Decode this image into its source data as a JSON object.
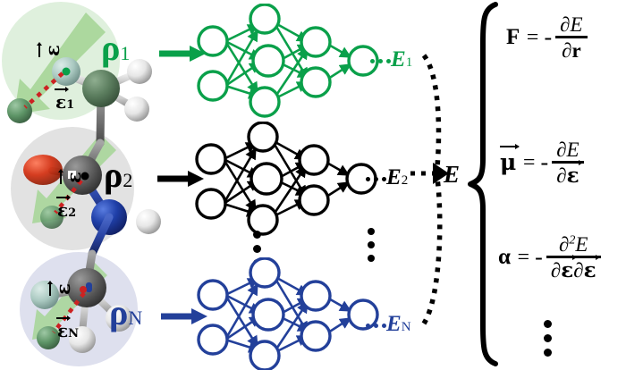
{
  "figure": {
    "domain": "scientific-schematic",
    "description": "Multi-molecule neural network ensemble predicting energies and their field derivatives"
  },
  "colors": {
    "green": "#0aa04a",
    "black": "#000000",
    "blue": "#23409a",
    "halo_green": "#dff0dd",
    "halo_gray": "#e2e2e2",
    "halo_blue": "#dee0ee",
    "field_arrow": "#a9d69a",
    "dashed_red": "#cc2222",
    "atom_carbon": "#5a5a5a",
    "atom_hydrogen": "#e8e8e8",
    "atom_oxygen": "#cc2200",
    "atom_nitrogen": "#1a3ea8",
    "atom_green": "#4f8f5c",
    "atom_teal": "#8fb8ae"
  },
  "molecules": [
    {
      "id": "mol-1",
      "density_label": "ρ",
      "density_subscript": "1",
      "field_label": "ε",
      "field_subscript": "",
      "point_charge_label": "ε",
      "point_charge_subscript": "1",
      "color": "#0aa04a"
    },
    {
      "id": "mol-2",
      "density_label": "ρ",
      "density_subscript": "2",
      "field_label": "ε",
      "field_subscript": "",
      "point_charge_label": "ε",
      "point_charge_subscript": "2",
      "color": "#000000"
    },
    {
      "id": "mol-N",
      "density_label": "ρ",
      "density_subscript": "N",
      "field_label": "ε",
      "field_subscript": "",
      "point_charge_label": "ε",
      "point_charge_subscript": "N",
      "color": "#23409a"
    }
  ],
  "networks": [
    {
      "id": "net-1",
      "color": "#0aa04a",
      "layers": [
        2,
        3,
        2,
        1
      ],
      "output_label": "E",
      "output_subscript": "1"
    },
    {
      "id": "net-2",
      "color": "#000000",
      "layers": [
        2,
        3,
        2,
        1
      ],
      "output_label": "E",
      "output_subscript": "2"
    },
    {
      "id": "net-N",
      "color": "#23409a",
      "layers": [
        2,
        3,
        2,
        1
      ],
      "output_label": "E",
      "output_subscript": "N"
    }
  ],
  "total_energy": {
    "label": "E",
    "description": "Sum of per-molecule energies"
  },
  "ellipsis": {
    "vertical": "⋮",
    "horizontal": "…"
  },
  "equations": [
    {
      "id": "force",
      "lhs": "F",
      "lhs_bold": true,
      "equals": "=",
      "sign": "-",
      "numerator": "∂E",
      "denominator": "∂r",
      "numerator_plain": "∂",
      "numerator_var": "E",
      "denominator_plain": "∂",
      "denominator_var": "r"
    },
    {
      "id": "dipole",
      "lhs": "μ",
      "lhs_bold": true,
      "equals": "=",
      "sign": "-",
      "numerator": "∂E",
      "denominator": "∂ε",
      "numerator_plain": "∂",
      "numerator_var": "E",
      "denominator_plain": "∂",
      "denominator_var": "ε"
    },
    {
      "id": "polarizability",
      "lhs": "α",
      "lhs_bold": true,
      "equals": "=",
      "sign": "-",
      "numerator": "∂²E",
      "denominator": "∂ε∂ε",
      "numerator_plain": "∂",
      "numerator_sup": "2",
      "numerator_var": "E",
      "denominator_plain": "∂",
      "denominator_var": "ε"
    }
  ]
}
